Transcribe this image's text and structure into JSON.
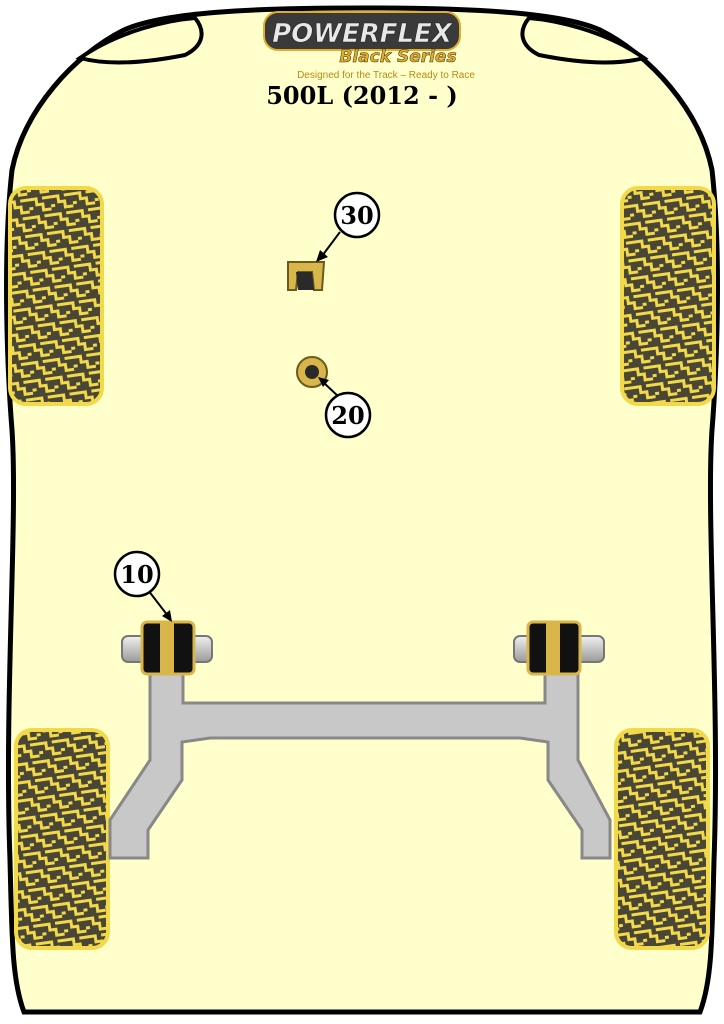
{
  "brand": {
    "name": "POWERFLEX",
    "series": "Black Series",
    "tagline": "Designed for the Track – Ready to Race"
  },
  "model": "500L (2012 - )",
  "callouts": [
    {
      "number": "30"
    },
    {
      "number": "20"
    },
    {
      "number": "10"
    }
  ],
  "colors": {
    "body_fill": "#ffffcc",
    "outline": "#000000",
    "tyre_yellow": "#f2d94a",
    "tyre_dark": "#4a4636",
    "bar_grey": "#c8c8c8",
    "bush_black": "#111111",
    "bush_gold": "#d9b64a",
    "logo_gold": "#e2ad2a"
  }
}
